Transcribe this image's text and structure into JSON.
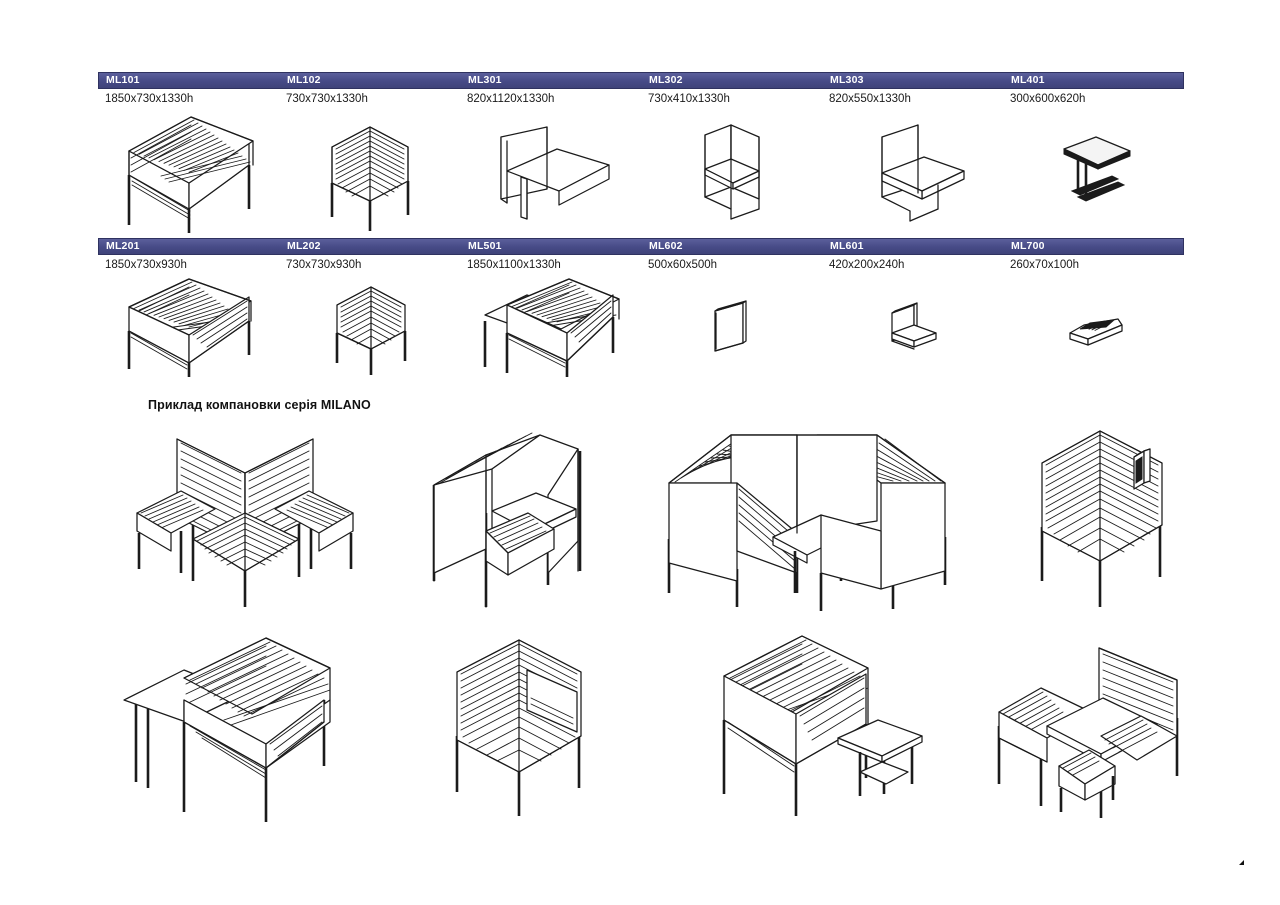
{
  "catalogue": {
    "rows": [
      {
        "items": [
          {
            "code": "ML101",
            "dimensions": "1850x730x1330h",
            "figure": "sofa-high-back-3seat"
          },
          {
            "code": "ML102",
            "dimensions": "730x730x1330h",
            "figure": "armchair-high-back"
          },
          {
            "code": "ML301",
            "dimensions": "820x1120x1330h",
            "figure": "desk-panel-wide"
          },
          {
            "code": "ML302",
            "dimensions": "730x410x1330h",
            "figure": "panel-shelf-narrow"
          },
          {
            "code": "ML303",
            "dimensions": "820x550x1330h",
            "figure": "panel-table-corner"
          },
          {
            "code": "ML401",
            "dimensions": "300x600x620h",
            "figure": "side-table-low"
          }
        ]
      },
      {
        "items": [
          {
            "code": "ML201",
            "dimensions": "1850x730x930h",
            "figure": "sofa-low-back-3seat"
          },
          {
            "code": "ML202",
            "dimensions": "730x730x930h",
            "figure": "armchair-low-back"
          },
          {
            "code": "ML501",
            "dimensions": "1850x1100x1330h",
            "figure": "sofa-with-table"
          },
          {
            "code": "ML602",
            "dimensions": "500x60x500h",
            "figure": "flat-panel-accessory"
          },
          {
            "code": "ML601",
            "dimensions": "420x200x240h",
            "figure": "shelf-bracket-accessory"
          },
          {
            "code": "ML700",
            "dimensions": "260x70x100h",
            "figure": "power-socket-block"
          }
        ]
      }
    ]
  },
  "composition": {
    "title": "Приклад компановки  серія MILANO",
    "rows": [
      {
        "cells": [
          {
            "figure": "cluster-cross-four-way",
            "caption": ""
          },
          {
            "figure": "booth-single-with-table",
            "caption": ""
          },
          {
            "figure": "booth-double-with-table",
            "caption": ""
          },
          {
            "figure": "armchair-booth-with-socket",
            "caption": ""
          }
        ]
      },
      {
        "cells": [
          {
            "figure": "sofa-with-side-table-left",
            "caption": ""
          },
          {
            "figure": "armchair-high-with-panel",
            "caption": ""
          },
          {
            "figure": "sofa-with-side-table-right",
            "caption": ""
          },
          {
            "figure": "booth-sofa-table-chair",
            "caption": ""
          }
        ]
      }
    ]
  },
  "colors": {
    "header_bar": "#464a86",
    "header_text": "#ffffff",
    "line": "#1b1b1b",
    "page_background": "#ffffff"
  }
}
